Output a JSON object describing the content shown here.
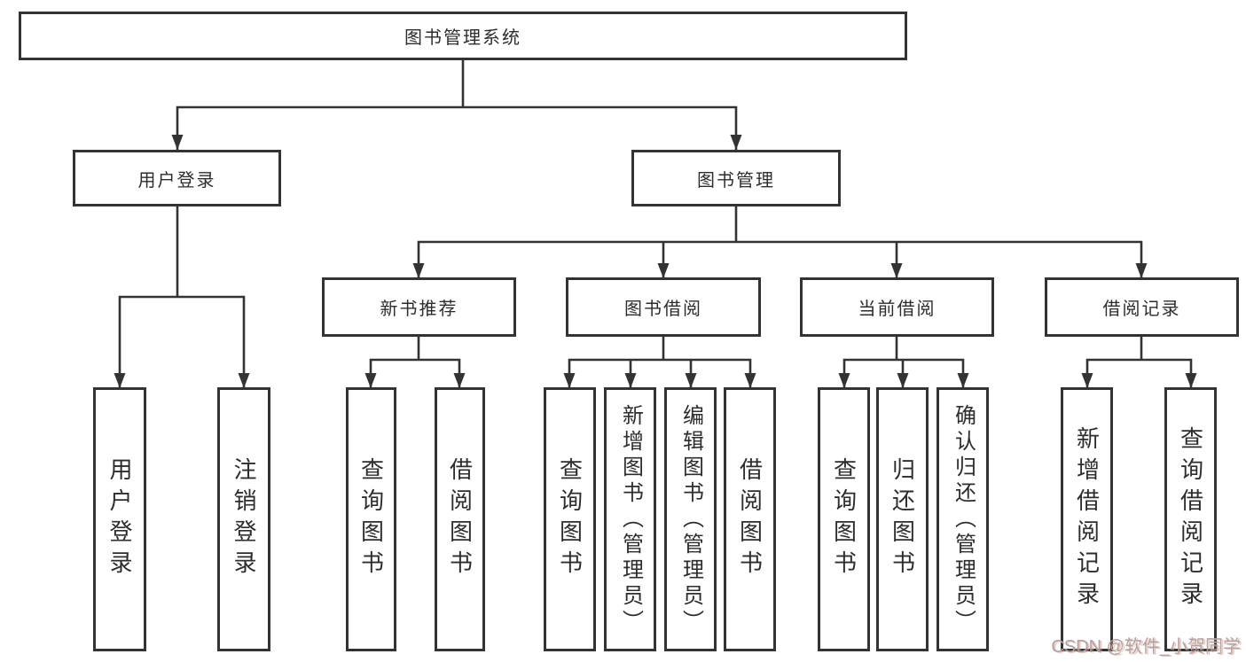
{
  "tree": {
    "label": "图书管理系统",
    "children": [
      {
        "label": "用户登录",
        "children": [
          {
            "label": "用户登录"
          },
          {
            "label": "注销登录"
          }
        ]
      },
      {
        "label": "图书管理",
        "children": [
          {
            "label": "新书推荐",
            "children": [
              {
                "label": "查询图书"
              },
              {
                "label": "借阅图书"
              }
            ]
          },
          {
            "label": "图书借阅",
            "children": [
              {
                "label": "查询图书"
              },
              {
                "label": "新增图书（管理员）"
              },
              {
                "label": "编辑图书（管理员）"
              },
              {
                "label": "借阅图书"
              }
            ]
          },
          {
            "label": "当前借阅",
            "children": [
              {
                "label": "查询图书"
              },
              {
                "label": "归还图书"
              },
              {
                "label": "确认归还（管理员）"
              }
            ]
          },
          {
            "label": "借阅记录",
            "children": [
              {
                "label": "新增借阅记录"
              },
              {
                "label": "查询借阅记录"
              }
            ]
          }
        ]
      }
    ]
  },
  "colors": {
    "line": "#333333",
    "text": "#2d2d2d",
    "watermark": "#a6a6a8"
  },
  "watermark": "CSDN @软件_小贺同学"
}
